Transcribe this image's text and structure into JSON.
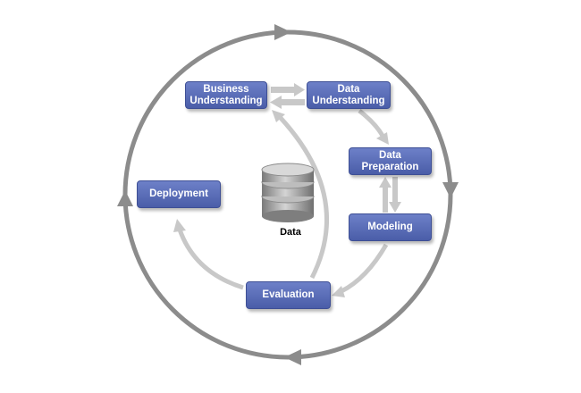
{
  "diagram": {
    "phases": {
      "business_understanding": "Business\nUnderstanding",
      "data_understanding": "Data\nUnderstanding",
      "data_preparation": "Data\nPreparation",
      "modeling": "Modeling",
      "evaluation": "Evaluation",
      "deployment": "Deployment"
    },
    "center_label": "Data",
    "colors": {
      "phase_fill": "#5669b5",
      "outer_cycle": "#8c8c8c",
      "inner_arrows": "#c8c8c8",
      "database": "#9a9a9a"
    }
  }
}
